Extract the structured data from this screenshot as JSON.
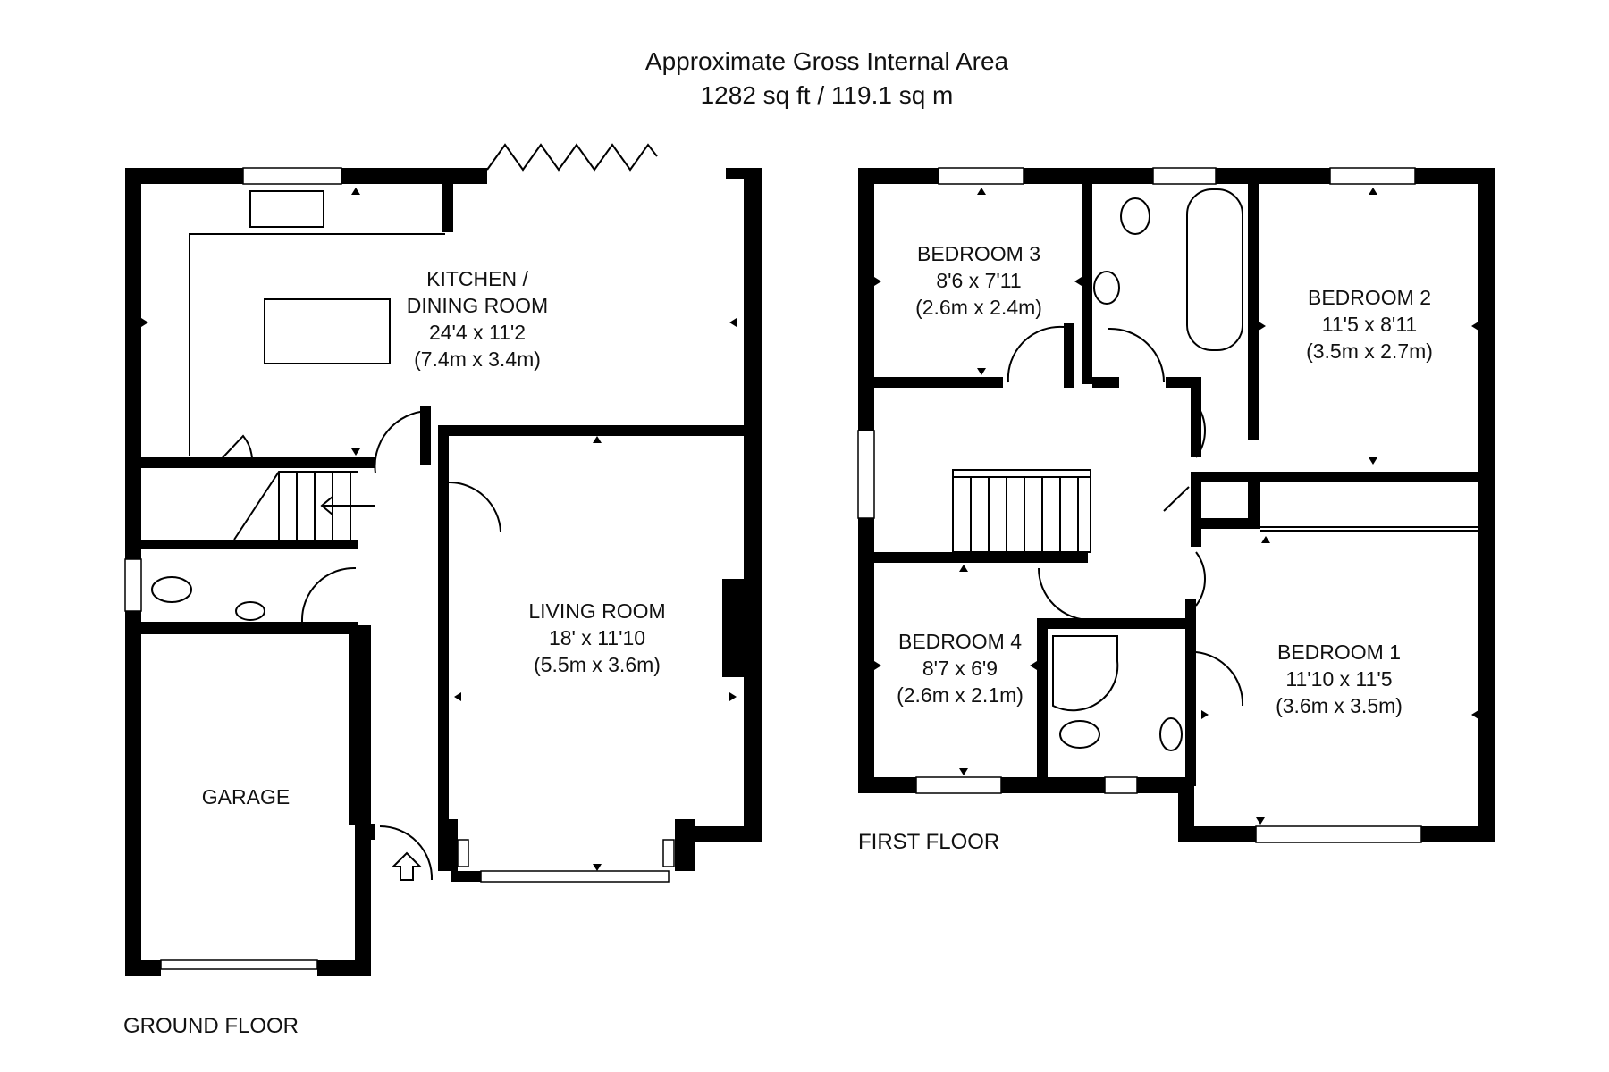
{
  "header": {
    "title": "Approximate Gross Internal Area",
    "area": "1282 sq ft / 119.1 sq m"
  },
  "ground_floor": {
    "label": "GROUND FLOOR",
    "rooms": [
      {
        "name": "KITCHEN /",
        "name2": "DINING ROOM",
        "imperial": "24'4 x 11'2",
        "metric": "(7.4m x 3.4m)"
      },
      {
        "name": "LIVING ROOM",
        "imperial": "18' x 11'10",
        "metric": "(5.5m x 3.6m)"
      },
      {
        "name": "GARAGE"
      }
    ]
  },
  "first_floor": {
    "label": "FIRST FLOOR",
    "rooms": [
      {
        "name": "BEDROOM 3",
        "imperial": "8'6 x 7'11",
        "metric": "(2.6m x 2.4m)"
      },
      {
        "name": "BEDROOM 2",
        "imperial": "11'5 x 8'11",
        "metric": "(3.5m x 2.7m)"
      },
      {
        "name": "BEDROOM 4",
        "imperial": "8'7 x 6'9",
        "metric": "(2.6m x 2.1m)"
      },
      {
        "name": "BEDROOM 1",
        "imperial": "11'10 x 11'5",
        "metric": "(3.6m x 3.5m)"
      }
    ]
  }
}
